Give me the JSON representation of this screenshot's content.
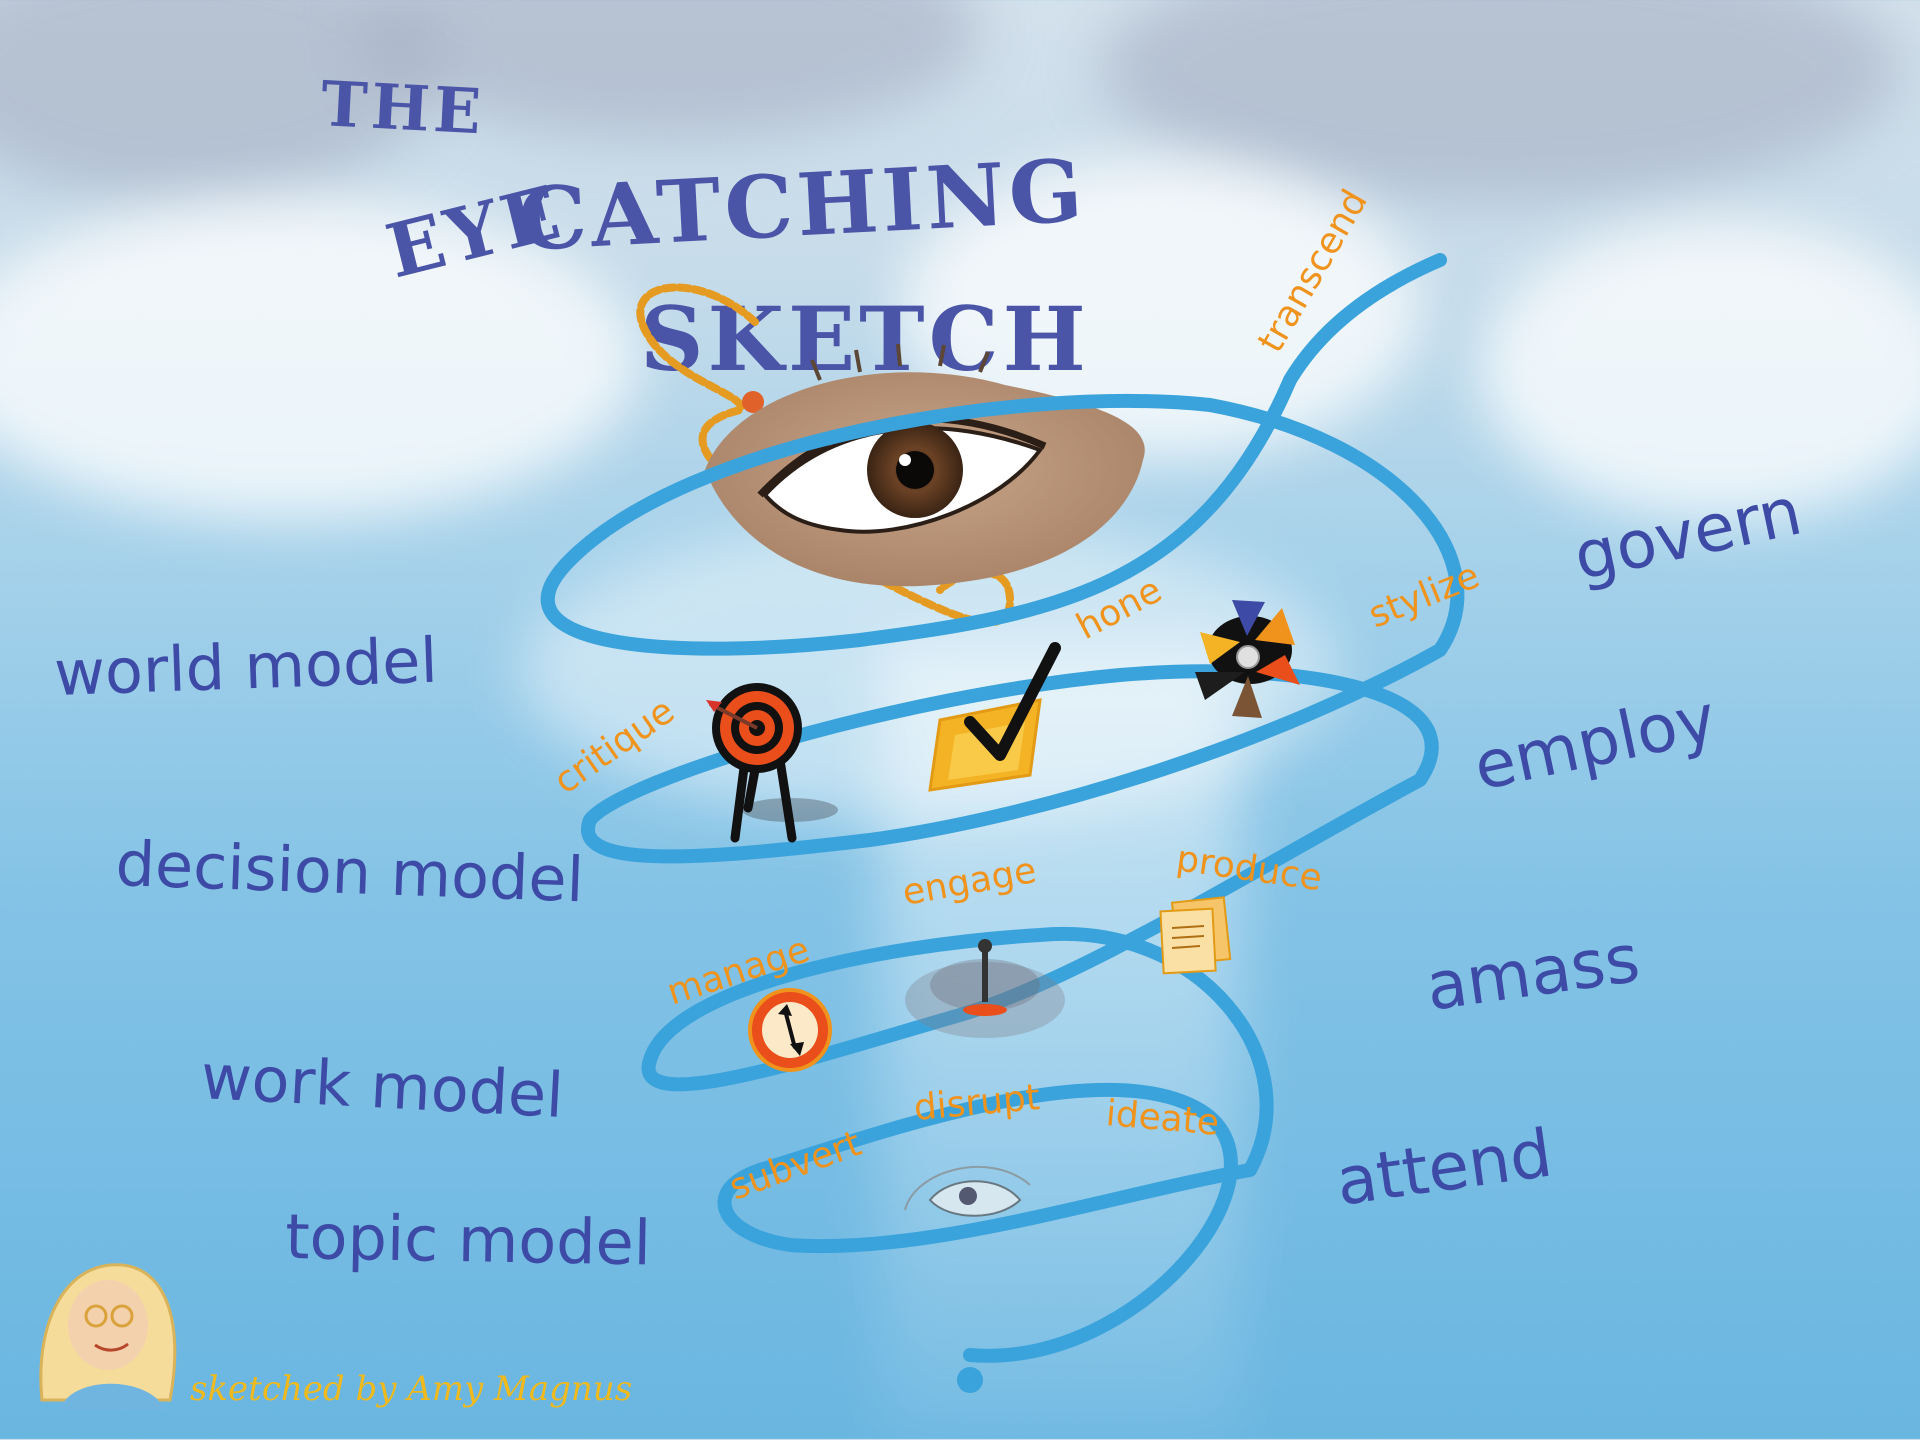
{
  "title": {
    "line1": "THE",
    "line2a": "EYE",
    "line2b": "CATCHING",
    "line3": "SKETCH"
  },
  "models": [
    "world model",
    "decision model",
    "work model",
    "topic model"
  ],
  "verbs": [
    "transcend",
    "govern",
    "employ",
    "amass",
    "attend"
  ],
  "actions": [
    "critique",
    "hone",
    "stylize",
    "manage",
    "engage",
    "produce",
    "subvert",
    "disrupt",
    "ideate"
  ],
  "credit": "sketched by Amy Magnus",
  "colors": {
    "spiral": "#3ba3dc",
    "models": "#3d4aa6",
    "actions": "#f0931c",
    "rope": "#e59b22",
    "title": "#4a55a8"
  },
  "icons": [
    "eye-icon",
    "rope-icon",
    "target-icon",
    "folder-check-icon",
    "palette-flower-icon",
    "clock-icon",
    "crowd-icon",
    "documents-icon",
    "small-eye-icon",
    "avatar-icon"
  ]
}
